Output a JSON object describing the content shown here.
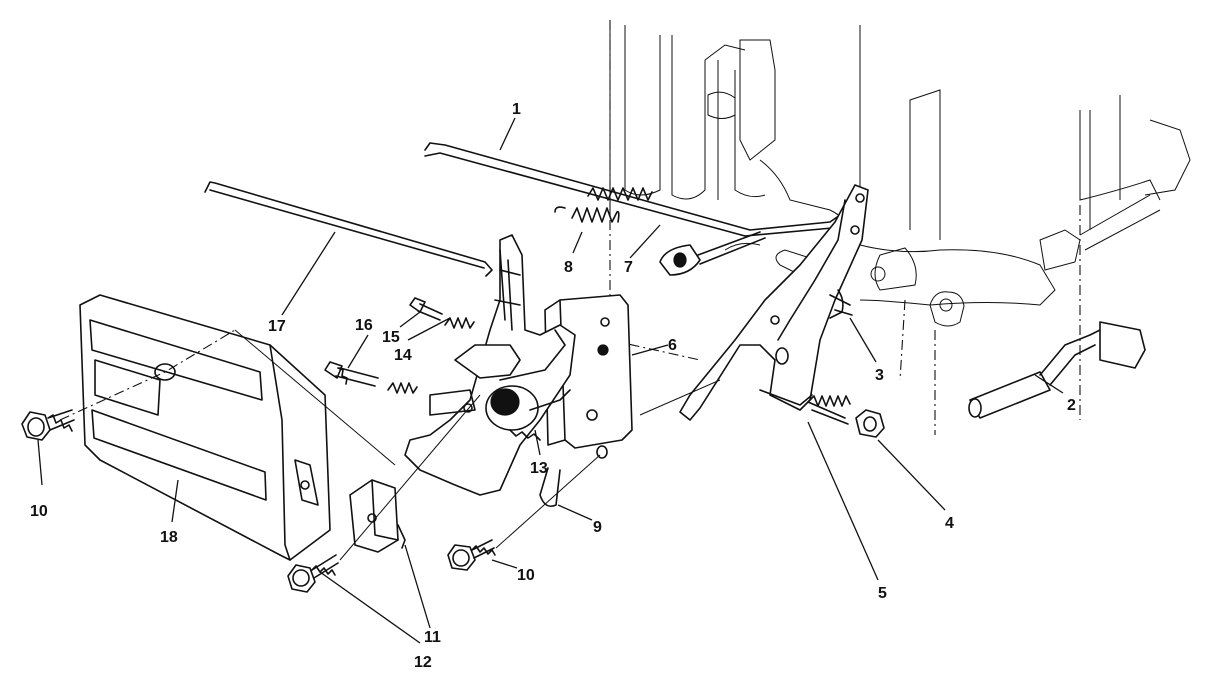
{
  "callouts": [
    {
      "id": "1",
      "label": "1"
    },
    {
      "id": "2",
      "label": "2"
    },
    {
      "id": "3",
      "label": "3"
    },
    {
      "id": "4",
      "label": "4"
    },
    {
      "id": "5",
      "label": "5"
    },
    {
      "id": "6",
      "label": "6"
    },
    {
      "id": "7",
      "label": "7"
    },
    {
      "id": "8",
      "label": "8"
    },
    {
      "id": "9",
      "label": "9"
    },
    {
      "id": "10a",
      "label": "10"
    },
    {
      "id": "10b",
      "label": "10"
    },
    {
      "id": "11",
      "label": "11"
    },
    {
      "id": "12",
      "label": "12"
    },
    {
      "id": "13",
      "label": "13"
    },
    {
      "id": "14",
      "label": "14"
    },
    {
      "id": "15",
      "label": "15"
    },
    {
      "id": "16",
      "label": "16"
    },
    {
      "id": "17",
      "label": "17"
    },
    {
      "id": "18",
      "label": "18"
    }
  ],
  "colors": {
    "ink": "#111111",
    "paper": "#ffffff"
  }
}
